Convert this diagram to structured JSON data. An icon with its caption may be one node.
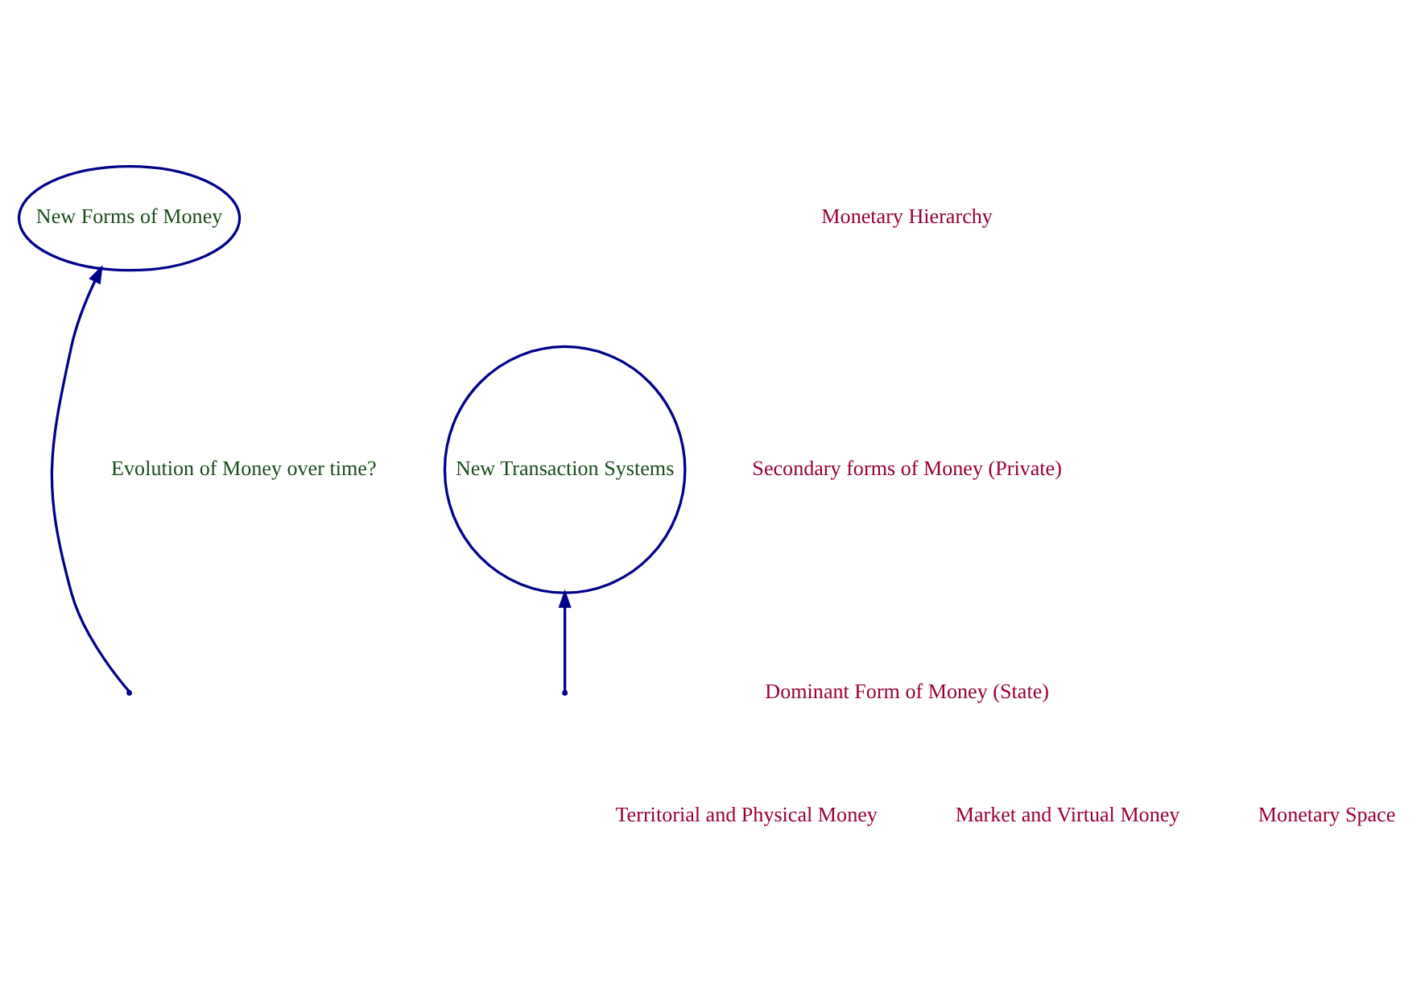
{
  "diagram": {
    "nodes": [
      {
        "text": [
          "New Forms of Money"
        ]
      },
      {
        "text": [
          "New Transaction Systems"
        ]
      }
    ],
    "edges": [
      {
        "from": null,
        "to": 0,
        "arrow": "to"
      },
      {
        "from": null,
        "to": 1,
        "arrow": "to"
      }
    ],
    "labels": [
      "Monetary Hierarchy",
      "Secondary forms of Money (Private)",
      "Evolution of Money over time?",
      "Dominant Form of Money (State)",
      "Monetary Space",
      "Territorial and Physical Money",
      "Market and Virtual Money"
    ]
  }
}
